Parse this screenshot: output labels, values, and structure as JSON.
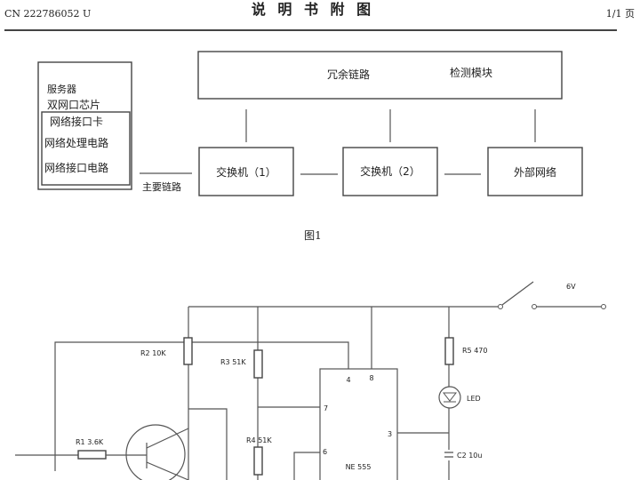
{
  "header": {
    "doc_number": "CN 222786052 U",
    "title": "说 明 书 附 图",
    "page": "1/1 页"
  },
  "figure1": {
    "detection_module": {
      "label_a": "冗余链路",
      "label_b": "检测模块"
    },
    "server": {
      "label": "服务器",
      "chip": "双网口芯片",
      "card": "网络接口卡",
      "processing": "网络处理电路",
      "interface": "网络接口电路"
    },
    "main_link": "主要链路",
    "switch1": "交换机（1）",
    "switch2": "交换机（2）",
    "external": "外部网络",
    "caption": "图1"
  },
  "figure2": {
    "supply": "6V",
    "r1": "R1 3.6K",
    "r2": "R2 10K",
    "r3": "R3 51K",
    "r4": "R4 51K",
    "r5": "R5 470",
    "led": "LED",
    "c2": "C2 10u",
    "ic": "NE 555",
    "pins": {
      "p4": "4",
      "p8": "8",
      "p7": "7",
      "p3": "3",
      "p6": "6"
    }
  }
}
